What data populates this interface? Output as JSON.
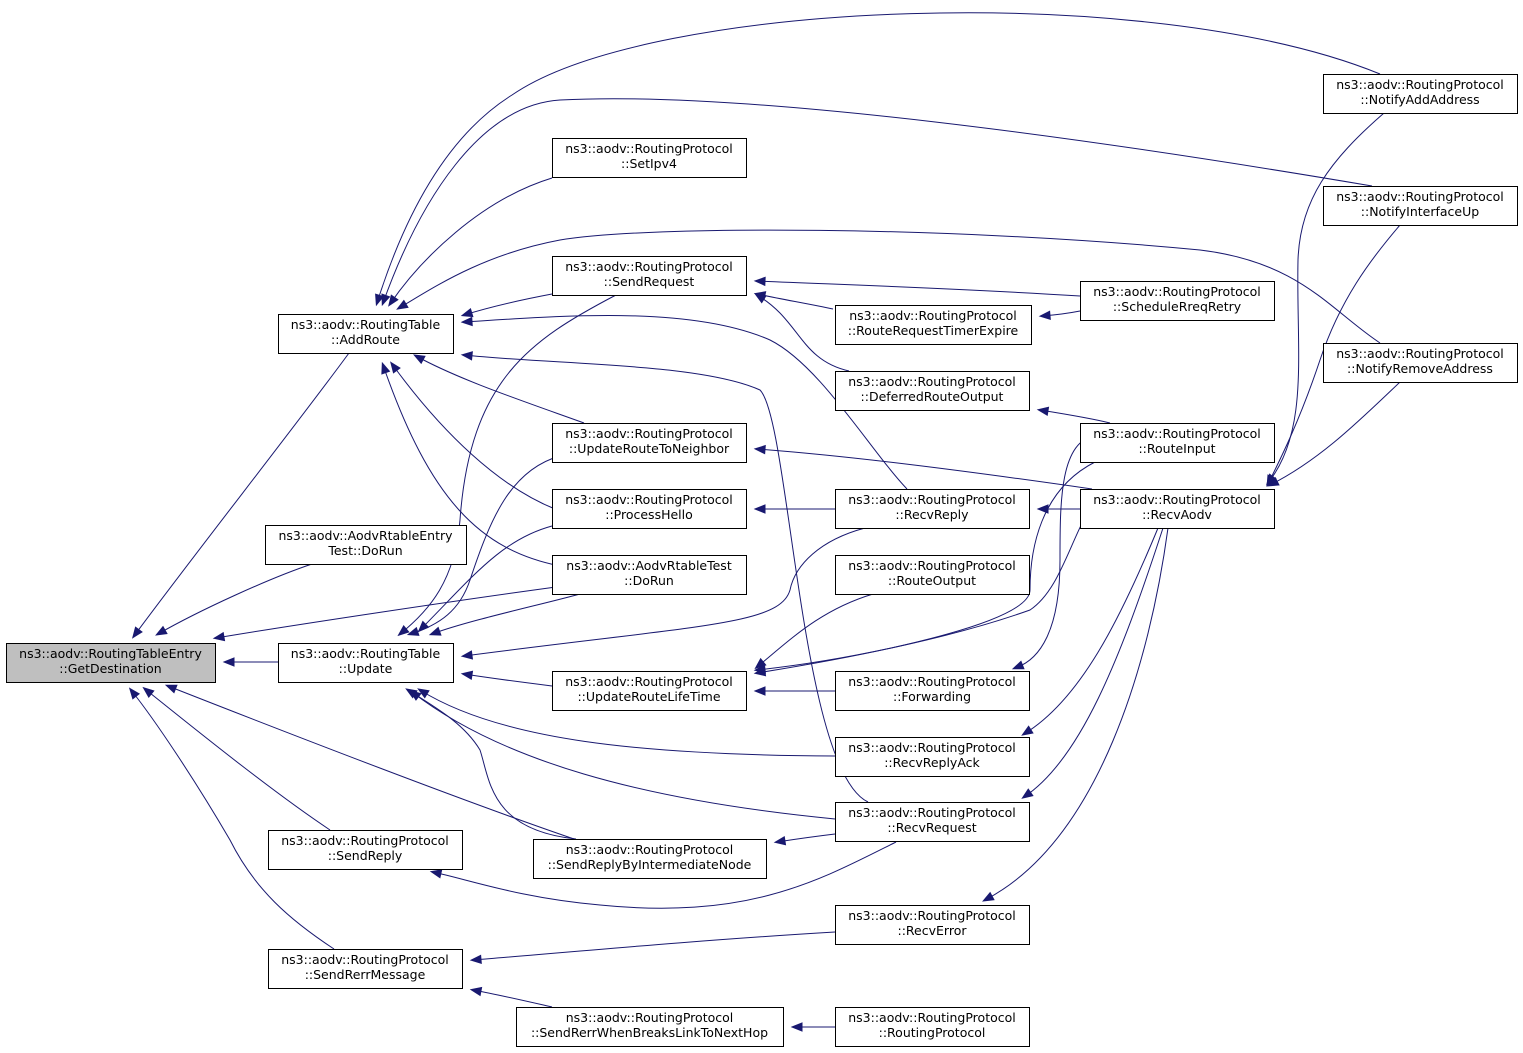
{
  "graph": {
    "root": "get_destination",
    "nodes": [
      {
        "id": "get_destination",
        "lines": [
          "ns3::aodv::RoutingTableEntry",
          "::GetDestination"
        ],
        "root": true
      },
      {
        "id": "add_route",
        "lines": [
          "ns3::aodv::RoutingTable",
          "::AddRoute"
        ]
      },
      {
        "id": "entry_test_dorun",
        "lines": [
          "ns3::aodv::AodvRtableEntry",
          "Test::DoRun"
        ]
      },
      {
        "id": "update",
        "lines": [
          "ns3::aodv::RoutingTable",
          "::Update"
        ]
      },
      {
        "id": "send_reply",
        "lines": [
          "ns3::aodv::RoutingProtocol",
          "::SendReply"
        ]
      },
      {
        "id": "send_rerr_message",
        "lines": [
          "ns3::aodv::RoutingProtocol",
          "::SendRerrMessage"
        ]
      },
      {
        "id": "set_ipv4",
        "lines": [
          "ns3::aodv::RoutingProtocol",
          "::SetIpv4"
        ]
      },
      {
        "id": "send_request",
        "lines": [
          "ns3::aodv::RoutingProtocol",
          "::SendRequest"
        ]
      },
      {
        "id": "update_route_to_neighbor",
        "lines": [
          "ns3::aodv::RoutingProtocol",
          "::UpdateRouteToNeighbor"
        ]
      },
      {
        "id": "process_hello",
        "lines": [
          "ns3::aodv::RoutingProtocol",
          "::ProcessHello"
        ]
      },
      {
        "id": "rtable_test_dorun",
        "lines": [
          "ns3::aodv::AodvRtableTest",
          "::DoRun"
        ]
      },
      {
        "id": "update_route_lifetime",
        "lines": [
          "ns3::aodv::RoutingProtocol",
          "::UpdateRouteLifeTime"
        ]
      },
      {
        "id": "send_reply_intermediate",
        "lines": [
          "ns3::aodv::RoutingProtocol",
          "::SendReplyByIntermediateNode"
        ]
      },
      {
        "id": "send_rerr_breaks",
        "lines": [
          "ns3::aodv::RoutingProtocol",
          "::SendRerrWhenBreaksLinkToNextHop"
        ]
      },
      {
        "id": "route_request_timer_expire",
        "lines": [
          "ns3::aodv::RoutingProtocol",
          "::RouteRequestTimerExpire"
        ]
      },
      {
        "id": "deferred_route_output",
        "lines": [
          "ns3::aodv::RoutingProtocol",
          "::DeferredRouteOutput"
        ]
      },
      {
        "id": "recv_reply",
        "lines": [
          "ns3::aodv::RoutingProtocol",
          "::RecvReply"
        ]
      },
      {
        "id": "route_output",
        "lines": [
          "ns3::aodv::RoutingProtocol",
          "::RouteOutput"
        ]
      },
      {
        "id": "forwarding",
        "lines": [
          "ns3::aodv::RoutingProtocol",
          "::Forwarding"
        ]
      },
      {
        "id": "recv_reply_ack",
        "lines": [
          "ns3::aodv::RoutingProtocol",
          "::RecvReplyAck"
        ]
      },
      {
        "id": "recv_request",
        "lines": [
          "ns3::aodv::RoutingProtocol",
          "::RecvRequest"
        ]
      },
      {
        "id": "recv_error",
        "lines": [
          "ns3::aodv::RoutingProtocol",
          "::RecvError"
        ]
      },
      {
        "id": "routing_protocol",
        "lines": [
          "ns3::aodv::RoutingProtocol",
          "::RoutingProtocol"
        ]
      },
      {
        "id": "schedule_rreq_retry",
        "lines": [
          "ns3::aodv::RoutingProtocol",
          "::ScheduleRreqRetry"
        ]
      },
      {
        "id": "route_input",
        "lines": [
          "ns3::aodv::RoutingProtocol",
          "::RouteInput"
        ]
      },
      {
        "id": "recv_aodv",
        "lines": [
          "ns3::aodv::RoutingProtocol",
          "::RecvAodv"
        ]
      },
      {
        "id": "notify_add_address",
        "lines": [
          "ns3::aodv::RoutingProtocol",
          "::NotifyAddAddress"
        ]
      },
      {
        "id": "notify_interface_up",
        "lines": [
          "ns3::aodv::RoutingProtocol",
          "::NotifyInterfaceUp"
        ]
      },
      {
        "id": "notify_remove_address",
        "lines": [
          "ns3::aodv::RoutingProtocol",
          "::NotifyRemoveAddress"
        ]
      }
    ],
    "edges": [
      {
        "from": "add_route",
        "to": "get_destination"
      },
      {
        "from": "entry_test_dorun",
        "to": "get_destination"
      },
      {
        "from": "rtable_test_dorun",
        "to": "get_destination"
      },
      {
        "from": "update",
        "to": "get_destination"
      },
      {
        "from": "send_reply_intermediate",
        "to": "get_destination"
      },
      {
        "from": "send_reply",
        "to": "get_destination"
      },
      {
        "from": "send_rerr_message",
        "to": "get_destination"
      },
      {
        "from": "notify_add_address",
        "to": "add_route"
      },
      {
        "from": "notify_interface_up",
        "to": "add_route"
      },
      {
        "from": "set_ipv4",
        "to": "add_route"
      },
      {
        "from": "notify_remove_address",
        "to": "add_route"
      },
      {
        "from": "send_request",
        "to": "add_route"
      },
      {
        "from": "recv_reply",
        "to": "add_route"
      },
      {
        "from": "recv_request",
        "to": "add_route"
      },
      {
        "from": "update_route_to_neighbor",
        "to": "add_route"
      },
      {
        "from": "process_hello",
        "to": "add_route"
      },
      {
        "from": "rtable_test_dorun",
        "to": "add_route"
      },
      {
        "from": "send_request",
        "to": "update"
      },
      {
        "from": "update_route_to_neighbor",
        "to": "update"
      },
      {
        "from": "process_hello",
        "to": "update"
      },
      {
        "from": "rtable_test_dorun",
        "to": "update"
      },
      {
        "from": "recv_reply",
        "to": "update"
      },
      {
        "from": "update_route_lifetime",
        "to": "update"
      },
      {
        "from": "recv_reply_ack",
        "to": "update"
      },
      {
        "from": "recv_request",
        "to": "update"
      },
      {
        "from": "send_reply_intermediate",
        "to": "update"
      },
      {
        "from": "recv_request",
        "to": "send_reply"
      },
      {
        "from": "recv_error",
        "to": "send_rerr_message"
      },
      {
        "from": "send_rerr_breaks",
        "to": "send_rerr_message"
      },
      {
        "from": "schedule_rreq_retry",
        "to": "send_request"
      },
      {
        "from": "route_request_timer_expire",
        "to": "send_request"
      },
      {
        "from": "deferred_route_output",
        "to": "send_request"
      },
      {
        "from": "recv_aodv",
        "to": "update_route_to_neighbor"
      },
      {
        "from": "recv_reply",
        "to": "process_hello"
      },
      {
        "from": "route_output",
        "to": "update_route_lifetime"
      },
      {
        "from": "route_input",
        "to": "update_route_lifetime"
      },
      {
        "from": "forwarding",
        "to": "update_route_lifetime"
      },
      {
        "from": "recv_reply",
        "to": "update_route_lifetime"
      },
      {
        "from": "recv_request",
        "to": "send_reply_intermediate"
      },
      {
        "from": "routing_protocol",
        "to": "send_rerr_breaks"
      },
      {
        "from": "schedule_rreq_retry",
        "to": "route_request_timer_expire"
      },
      {
        "from": "route_input",
        "to": "deferred_route_output"
      },
      {
        "from": "recv_aodv",
        "to": "recv_reply"
      },
      {
        "from": "route_input",
        "to": "forwarding"
      },
      {
        "from": "recv_aodv",
        "to": "recv_reply_ack"
      },
      {
        "from": "recv_aodv",
        "to": "recv_request"
      },
      {
        "from": "recv_aodv",
        "to": "recv_error"
      },
      {
        "from": "notify_add_address",
        "to": "recv_aodv"
      },
      {
        "from": "notify_interface_up",
        "to": "recv_aodv"
      },
      {
        "from": "notify_remove_address",
        "to": "recv_aodv"
      }
    ]
  },
  "colors": {
    "edge": "#191970",
    "root_fill": "#bfbfbf",
    "node_fill": "#ffffff",
    "border": "#000000"
  }
}
